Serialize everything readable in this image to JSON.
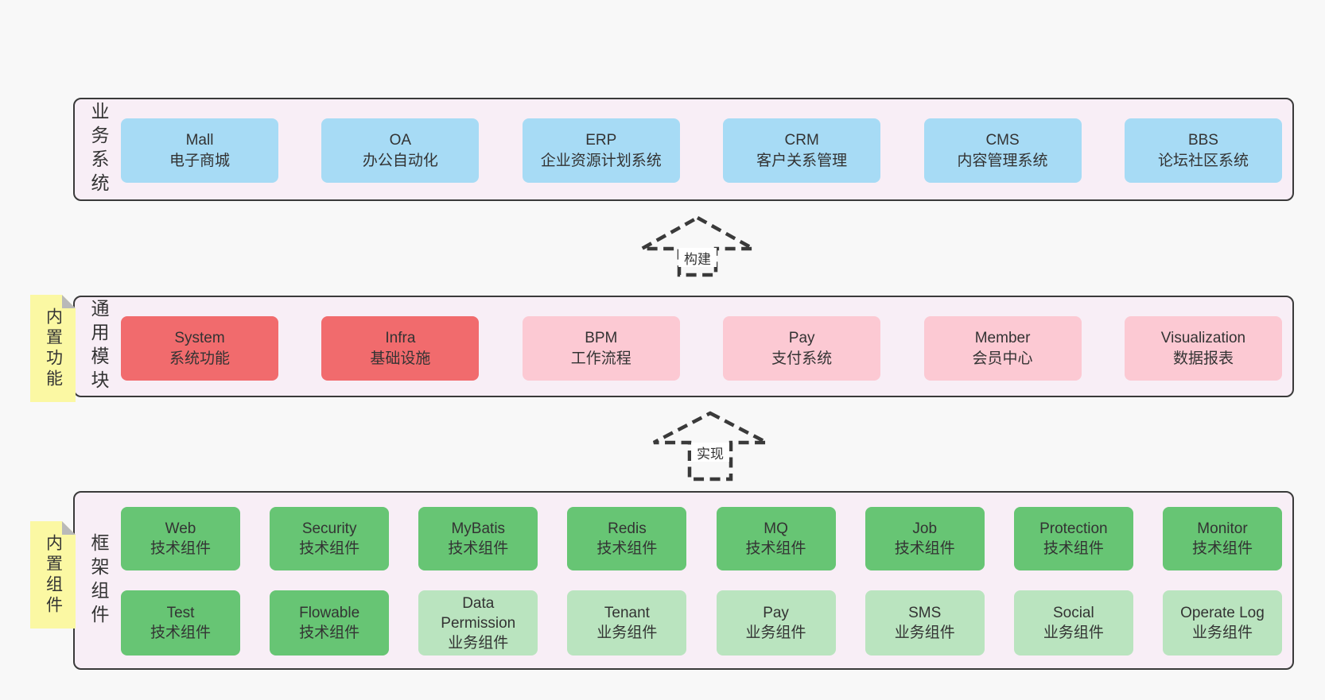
{
  "colors": {
    "page_bg": "#f8f8f8",
    "container_bg": "#f8eef6",
    "border": "#3a3a3a",
    "text": "#333333",
    "blue": "#a7dbf5",
    "red": "#f16b6d",
    "pink": "#fcc9d3",
    "green_dark": "#67c574",
    "green_light": "#bae4bf",
    "note_yellow": "#fbf8a3",
    "note_fold": "#b9b9b9"
  },
  "business": {
    "label": "业务系统",
    "items": [
      {
        "title": "Mall",
        "subtitle": "电子商城"
      },
      {
        "title": "OA",
        "subtitle": "办公自动化"
      },
      {
        "title": "ERP",
        "subtitle": "企业资源计划系统"
      },
      {
        "title": "CRM",
        "subtitle": "客户关系管理"
      },
      {
        "title": "CMS",
        "subtitle": "内容管理系统"
      },
      {
        "title": "BBS",
        "subtitle": "论坛社区系统"
      }
    ]
  },
  "modules": {
    "label": "通用模块",
    "note": "内置功能",
    "items": [
      {
        "title": "System",
        "subtitle": "系统功能",
        "variant": "red"
      },
      {
        "title": "Infra",
        "subtitle": "基础设施",
        "variant": "red"
      },
      {
        "title": "BPM",
        "subtitle": "工作流程",
        "variant": "pink"
      },
      {
        "title": "Pay",
        "subtitle": "支付系统",
        "variant": "pink"
      },
      {
        "title": "Member",
        "subtitle": "会员中心",
        "variant": "pink"
      },
      {
        "title": "Visualization",
        "subtitle": "数据报表",
        "variant": "pink"
      }
    ]
  },
  "components": {
    "label": "框架组件",
    "note": "内置组件",
    "row1": [
      {
        "title": "Web",
        "subtitle": "技术组件",
        "variant": "green_dark"
      },
      {
        "title": "Security",
        "subtitle": "技术组件",
        "variant": "green_dark"
      },
      {
        "title": "MyBatis",
        "subtitle": "技术组件",
        "variant": "green_dark"
      },
      {
        "title": "Redis",
        "subtitle": "技术组件",
        "variant": "green_dark"
      },
      {
        "title": "MQ",
        "subtitle": "技术组件",
        "variant": "green_dark"
      },
      {
        "title": "Job",
        "subtitle": "技术组件",
        "variant": "green_dark"
      },
      {
        "title": "Protection",
        "subtitle": "技术组件",
        "variant": "green_dark"
      },
      {
        "title": "Monitor",
        "subtitle": "技术组件",
        "variant": "green_dark"
      }
    ],
    "row2": [
      {
        "title": "Test",
        "subtitle": "技术组件",
        "variant": "green_dark"
      },
      {
        "title": "Flowable",
        "subtitle": "技术组件",
        "variant": "green_dark"
      },
      {
        "title": "Data Permission",
        "subtitle": "业务组件",
        "variant": "green_light"
      },
      {
        "title": "Tenant",
        "subtitle": "业务组件",
        "variant": "green_light"
      },
      {
        "title": "Pay",
        "subtitle": "业务组件",
        "variant": "green_light"
      },
      {
        "title": "SMS",
        "subtitle": "业务组件",
        "variant": "green_light"
      },
      {
        "title": "Social",
        "subtitle": "业务组件",
        "variant": "green_light"
      },
      {
        "title": "Operate Log",
        "subtitle": "业务组件",
        "variant": "green_light"
      }
    ]
  },
  "arrows": {
    "build": "构建",
    "implement": "实现"
  }
}
